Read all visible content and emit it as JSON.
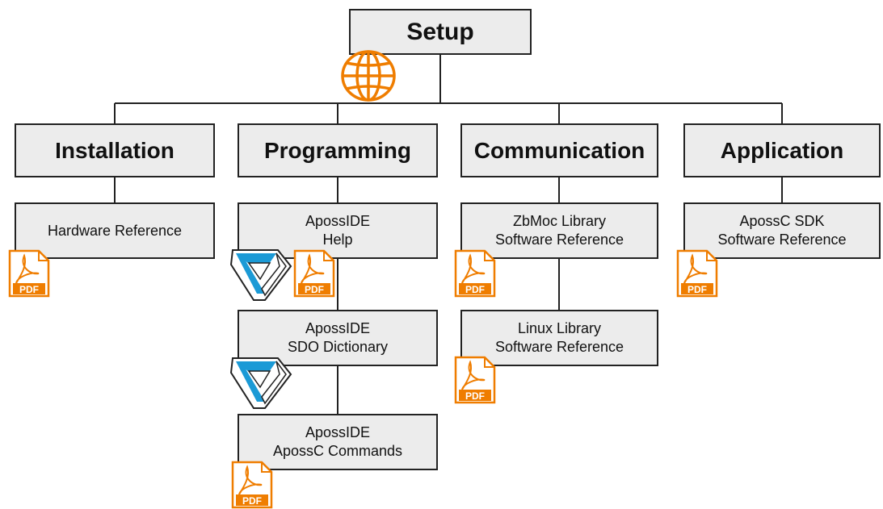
{
  "root": {
    "label": "Setup",
    "icon": "globe-icon"
  },
  "categories": [
    {
      "label": "Installation"
    },
    {
      "label": "Programming"
    },
    {
      "label": "Communication"
    },
    {
      "label": "Application"
    }
  ],
  "documents": {
    "hardware_reference": {
      "text": "Hardware Reference",
      "icon": "pdf-icon"
    },
    "apossIDE_help": {
      "text": "ApossIDE\nHelp",
      "icons": [
        "apossIDE-logo-icon",
        "pdf-icon"
      ]
    },
    "apossIDE_sdo": {
      "text": "ApossIDE\nSDO Dictionary",
      "icon": "apossIDE-logo-icon"
    },
    "apossIDE_commands": {
      "text": "ApossIDE\nApossC Commands",
      "icon": "pdf-icon"
    },
    "zbmoc_library": {
      "text": "ZbMoc Library\nSoftware Reference",
      "icon": "pdf-icon"
    },
    "linux_library": {
      "text": "Linux Library\nSoftware Reference",
      "icon": "pdf-icon"
    },
    "apossc_sdk": {
      "text": "ApossC SDK\nSoftware Reference",
      "icon": "pdf-icon"
    }
  },
  "colors": {
    "box_fill": "#ececec",
    "box_border": "#222222",
    "pdf_orange": "#ef7d00",
    "logo_blue": "#1b9ad6",
    "line": "#222222"
  }
}
